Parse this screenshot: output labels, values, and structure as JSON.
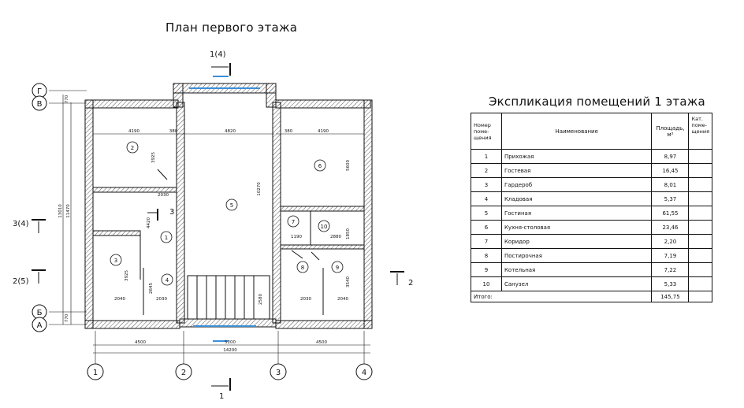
{
  "plan": {
    "title": "План первого этажа",
    "section_marks": {
      "top": "1(4)",
      "left_upper": "3(4)",
      "left_lower": "2(5)",
      "right": "2",
      "bottom": "1",
      "inner": "3"
    },
    "axes": {
      "horizontal": [
        "1",
        "2",
        "3",
        "4"
      ],
      "vertical": [
        "Г",
        "В",
        "Б",
        "А"
      ]
    },
    "dimensions": {
      "bottom_row": [
        "4500",
        "5200",
        "4500"
      ],
      "bottom_total": "14200",
      "left_vertical": [
        "770",
        "770",
        "11470",
        "13010"
      ],
      "top_row": [
        "4190",
        "380",
        "4820",
        "380",
        "4190"
      ],
      "interior": [
        "3925",
        "2030",
        "4420",
        "3925",
        "2645",
        "2040",
        "2030",
        "10270",
        "2580",
        "5600",
        "1190",
        "2880",
        "1850",
        "3540",
        "2030",
        "2040"
      ]
    },
    "room_numbers": [
      "1",
      "2",
      "3",
      "4",
      "5",
      "6",
      "7",
      "8",
      "9",
      "10"
    ]
  },
  "explication": {
    "title": "Экспликация помещений 1 этажа",
    "headers": {
      "number": "Номер поме- щения",
      "name": "Наименование",
      "area": "Площадь, м²",
      "category": "Кат. поме- щения"
    },
    "rows": [
      {
        "num": "1",
        "name": "Прихожая",
        "area": "8,97"
      },
      {
        "num": "2",
        "name": "Гостевая",
        "area": "16,45"
      },
      {
        "num": "3",
        "name": "Гардероб",
        "area": "8,01"
      },
      {
        "num": "4",
        "name": "Кладовая",
        "area": "5,37"
      },
      {
        "num": "5",
        "name": "Гостиная",
        "area": "61,55"
      },
      {
        "num": "6",
        "name": "Кухня-столовая",
        "area": "23,46"
      },
      {
        "num": "7",
        "name": "Коридор",
        "area": "2,20"
      },
      {
        "num": "8",
        "name": "Постирочная",
        "area": "7,19"
      },
      {
        "num": "9",
        "name": "Котельная",
        "area": "7,22"
      },
      {
        "num": "10",
        "name": "Санузел",
        "area": "5,33"
      }
    ],
    "total_label": "Итого:",
    "total_area": "145,75"
  }
}
